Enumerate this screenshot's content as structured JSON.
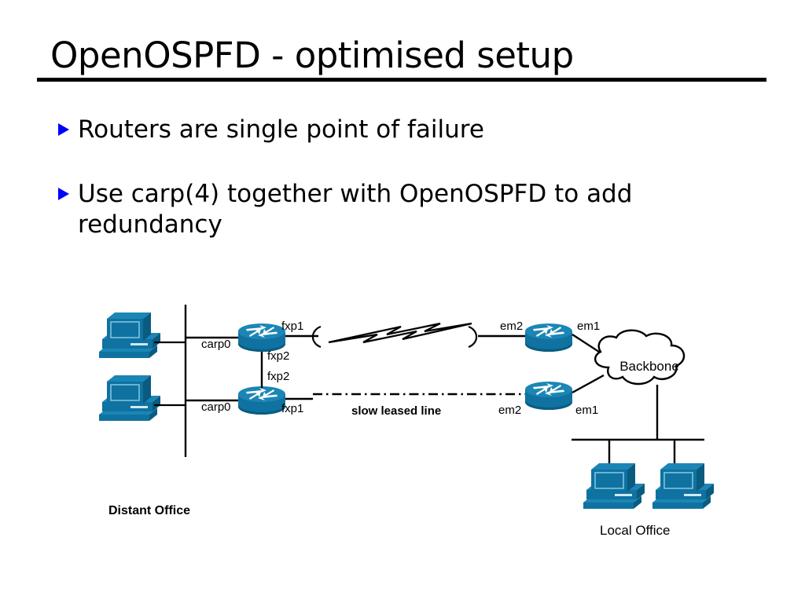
{
  "slide": {
    "title": "OpenOSPFD - optimised setup",
    "bullets": [
      "Routers are single point of failure",
      "Use carp(4) together with OpenOSPFD to add redundancy"
    ]
  },
  "colors": {
    "bullet_marker": "#0000ff",
    "device_fill": "#0f72a0",
    "device_top": "#1b86b5",
    "device_dark": "#0a5b80",
    "text": "#000000",
    "background": "#ffffff"
  },
  "diagram": {
    "zones": {
      "left_label": "Distant Office",
      "right_label": "Local Office"
    },
    "cloud": {
      "label": "Backbone"
    },
    "link": {
      "wan_label": "",
      "leased_label": "slow leased line"
    },
    "interfaces": {
      "router_distant_top": {
        "lan": "carp0",
        "wan": "fxp1",
        "sync": "fxp2"
      },
      "router_distant_bottom": {
        "lan": "carp0",
        "wan": "fxp1",
        "sync": "fxp2"
      },
      "router_local_top": {
        "wan": "em2",
        "backbone": "em1"
      },
      "router_local_bottom": {
        "wan": "em2",
        "backbone": "em1"
      }
    },
    "labels": {
      "carp0_top": "carp0",
      "carp0_bottom": "carp0",
      "fxp1_top": "fxp1",
      "fxp2_upper": "fxp2",
      "fxp2_lower": "fxp2",
      "fxp1_bottom": "fxp1",
      "em2_top": "em2",
      "em1_top": "em1",
      "em2_bottom": "em2",
      "em1_bottom": "em1"
    },
    "devices": {
      "workstation_count_left": 2,
      "workstation_count_right": 2,
      "router_count": 4
    }
  }
}
